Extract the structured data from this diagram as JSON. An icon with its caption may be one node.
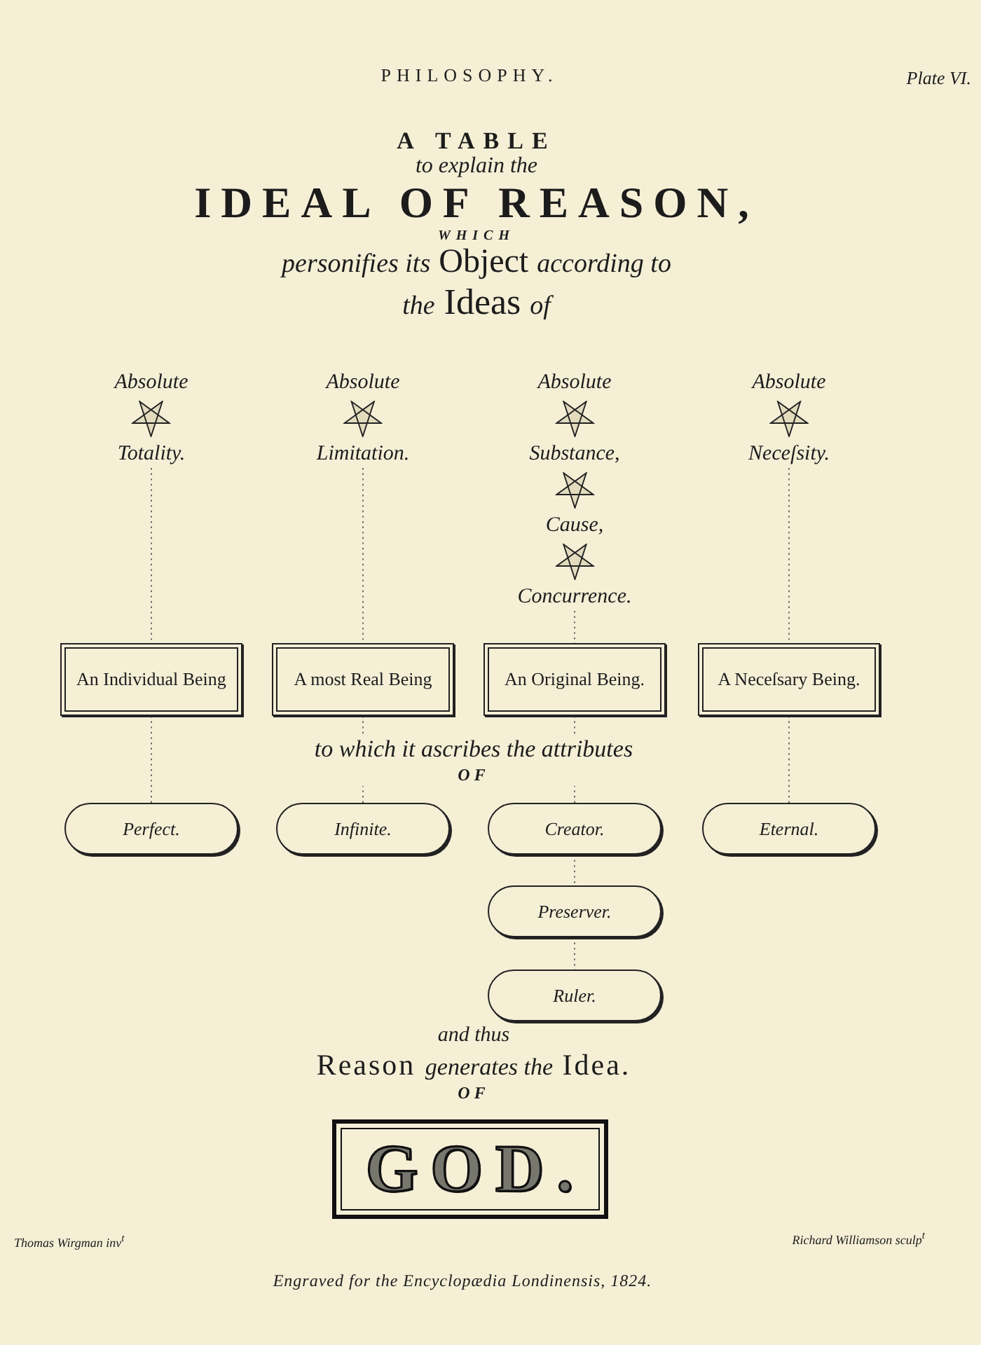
{
  "diagram": {
    "title": "A TABLE *to explain the* IDEAL OF REASON, *WHICH* *personifies its* Object *according to* *the* Ideas *of*",
    "caption": "Engraved for the Encyclopædia Londinensis, 1824.",
    "nodes": [
      {
        "text": [
          "Absolute",
          "Totality."
        ]
      },
      {
        "text": [
          "Absolute",
          "Limitation."
        ]
      },
      {
        "text": [
          "Absolute",
          "Substance,",
          "Cause,",
          "Concurrence."
        ]
      },
      {
        "text": [
          "Absolute",
          "Neceſsity."
        ]
      },
      {
        "text": [
          "An Individual Being"
        ]
      },
      {
        "text": [
          "A most Real Being"
        ]
      },
      {
        "text": [
          "An Original Being."
        ]
      },
      {
        "text": [
          "A Neceſsary Being."
        ]
      },
      {
        "text": [
          "Perfect."
        ]
      },
      {
        "text": [
          "Infinite."
        ]
      },
      {
        "text": [
          "Creator."
        ]
      },
      {
        "text": [
          "Eternal."
        ]
      },
      {
        "text": [
          "Preserver."
        ]
      },
      {
        "text": [
          "Ruler."
        ]
      },
      {
        "text": [
          "GOD."
        ]
      }
    ],
    "edges": [
      {
        "from": 0,
        "to": 4,
        "arrow": "none",
        "style": "dashed"
      },
      {
        "from": 1,
        "to": 5,
        "arrow": "none",
        "style": "dashed"
      },
      {
        "from": 2,
        "to": 6,
        "arrow": "none",
        "style": "dashed"
      },
      {
        "from": 3,
        "to": 7,
        "arrow": "none",
        "style": "dashed"
      },
      {
        "from": 4,
        "to": 8,
        "arrow": "none",
        "style": "dashed"
      },
      {
        "from": 5,
        "to": 9,
        "arrow": "none",
        "style": "dashed"
      },
      {
        "from": 6,
        "to": 10,
        "arrow": "none",
        "style": "dashed"
      },
      {
        "from": 7,
        "to": 11,
        "arrow": "none",
        "style": "dashed"
      },
      {
        "from": 10,
        "to": 12,
        "arrow": "none",
        "style": "dashed"
      },
      {
        "from": 12,
        "to": 13,
        "arrow": "none",
        "style": "dashed"
      }
    ],
    "labels": [
      "PHILOSOPHY.",
      "Plate VI.",
      "to which it ascribes the attributes **OF**",
      "*and thus* Reason *generates the* Idea. **OF**",
      "Thomas Wirgman inv$^{t}$",
      "Richard Williamson sculp$^{t}$"
    ]
  }
}
